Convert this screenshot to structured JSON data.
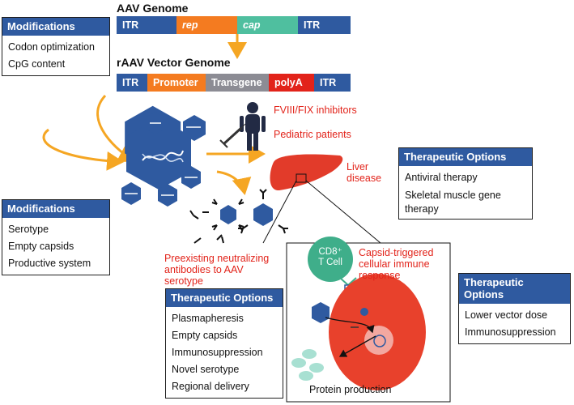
{
  "aav_genome": {
    "title": "AAV Genome",
    "segments": [
      "ITR",
      "rep",
      "cap",
      "ITR"
    ]
  },
  "rAAV_genome": {
    "title": "rAAV Vector Genome",
    "segments": [
      "ITR",
      "Promoter",
      "Transgene",
      "polyA",
      "ITR"
    ]
  },
  "box_genome_mods": {
    "header": "Modifications",
    "items": [
      "Codon optimization",
      "CpG content"
    ]
  },
  "box_capsid_mods": {
    "header": "Modifications",
    "items": [
      "Serotype",
      "Empty capsids",
      "Productive system"
    ]
  },
  "box_liver_options": {
    "header": "Therapeutic Options",
    "items": [
      "Antiviral therapy",
      "Skeletal muscle gene",
      "therapy"
    ]
  },
  "box_antibody_options": {
    "header": "Therapeutic Options",
    "items": [
      "Plasmapheresis",
      "Empty capsids",
      "Immunosuppression",
      "Novel serotype",
      "Regional delivery"
    ]
  },
  "box_cellular_options": {
    "header": "Therapeutic Options",
    "items": [
      "Lower vector dose",
      "Immunosuppression"
    ]
  },
  "labels": {
    "inhibitors": "FVIII/FIX inhibitors",
    "pediatric": "Pediatric patients",
    "liver_line1": "Liver",
    "liver_line2": "disease",
    "nab_line1": "Preexisting neutralizing",
    "nab_line2": "antibodies to AAV",
    "nab_line3": "serotype",
    "capsid_line1": "Capsid-triggered",
    "capsid_line2": "cellular immune",
    "capsid_line3": "response",
    "cd8_line1": "CD8⁺",
    "cd8_line2": "T Cell",
    "protein": "Protein production"
  },
  "colors": {
    "blue": "#2f5aa0",
    "orange": "#f47b20",
    "teal": "#4fbf9f",
    "gray": "#8c8c94",
    "red": "#e2231a",
    "arrow": "#f5a623",
    "liver": "#e23b2a",
    "cell": "#e8412c",
    "cd8": "#3fae8a"
  }
}
